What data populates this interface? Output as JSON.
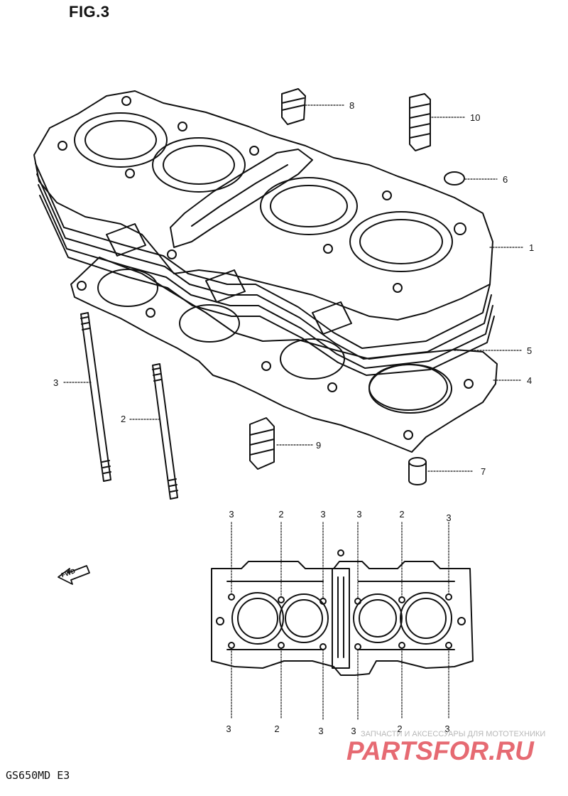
{
  "figure": {
    "title": "FIG.3",
    "model_code": "GS650MD  E3"
  },
  "callouts": [
    {
      "id": "c1",
      "label": "1"
    },
    {
      "id": "c2",
      "label": "2"
    },
    {
      "id": "c3",
      "label": "3"
    },
    {
      "id": "c4",
      "label": "4"
    },
    {
      "id": "c5",
      "label": "5"
    },
    {
      "id": "c6",
      "label": "6"
    },
    {
      "id": "c7",
      "label": "7"
    },
    {
      "id": "c8",
      "label": "8"
    },
    {
      "id": "c9",
      "label": "9"
    },
    {
      "id": "c10",
      "label": "10"
    }
  ],
  "forward_arrow": {
    "label": "FWD"
  },
  "bolt_pattern": {
    "top_labels": [
      "3",
      "2",
      "3",
      "3",
      "2",
      "3"
    ],
    "bottom_labels": [
      "3",
      "2",
      "3",
      "3",
      "2",
      "3"
    ]
  },
  "watermark": {
    "caption": "ЗАПЧАСТИ И АКСЕССУАРЫ ДЛЯ МОТОТЕХНИКИ",
    "logo": "PARTSFOR.RU",
    "logo_color": "#e66a72"
  }
}
